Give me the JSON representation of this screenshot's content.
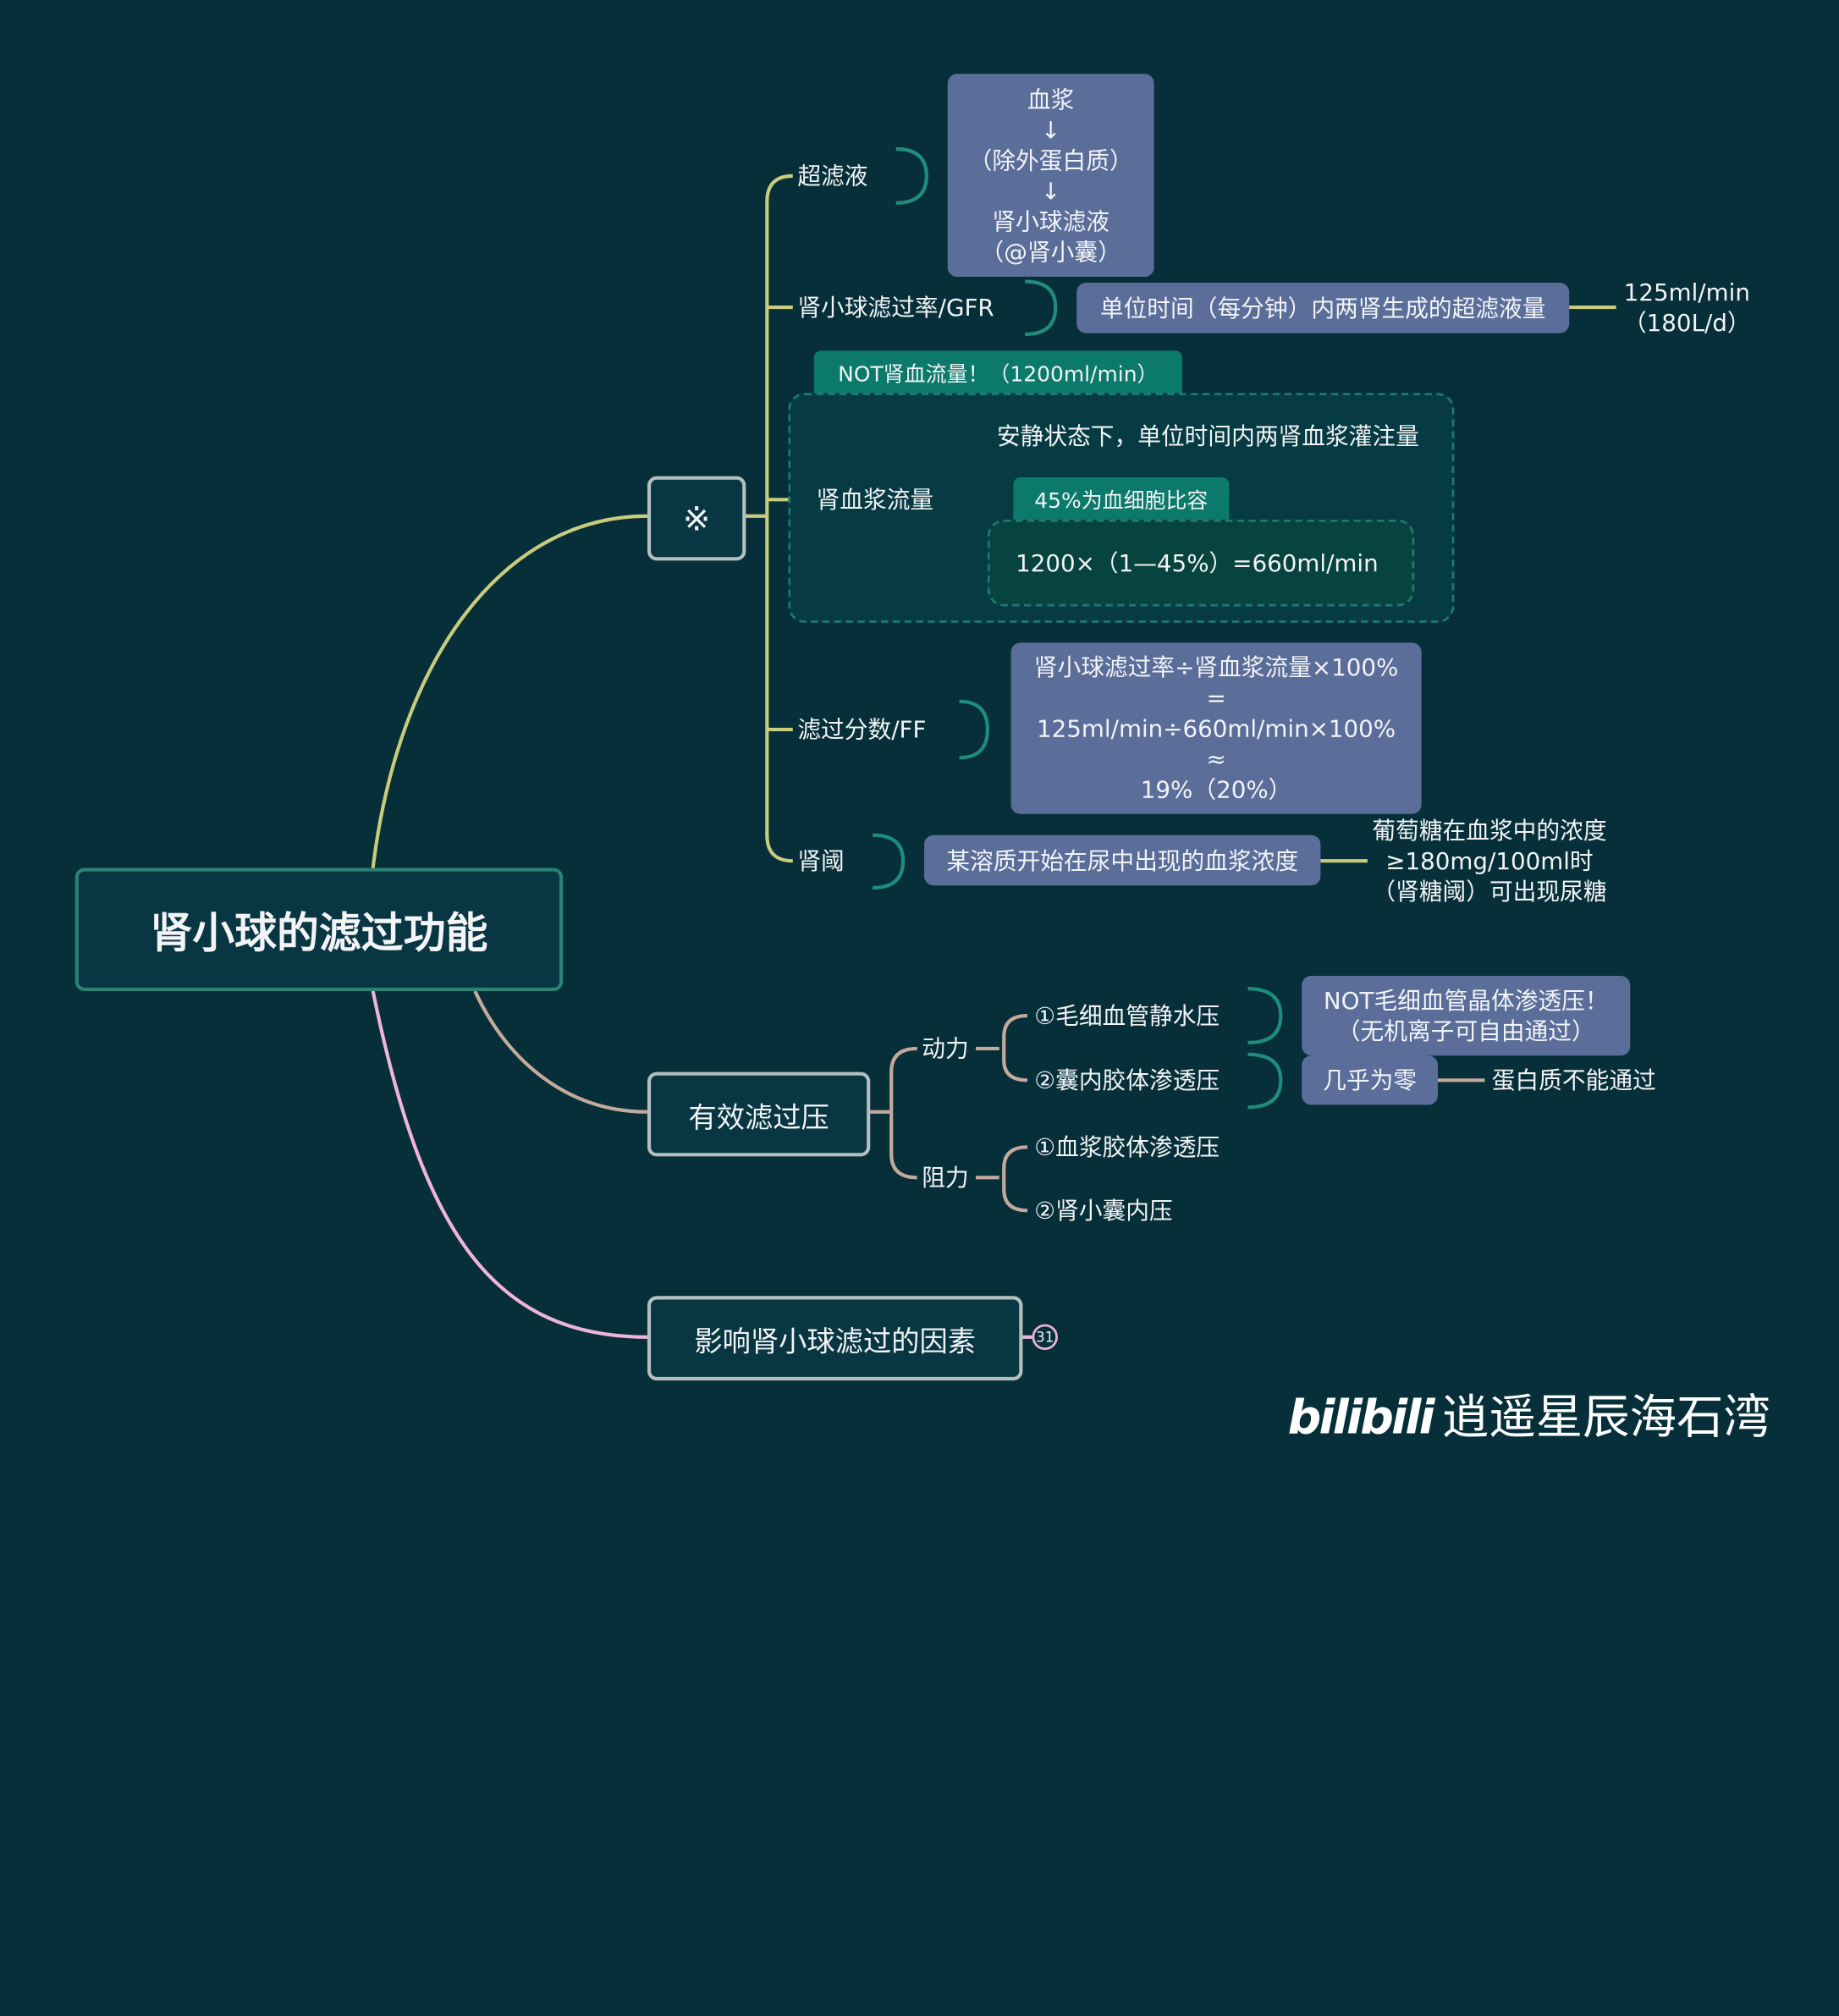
{
  "root": {
    "title": "肾小球的滤过功能"
  },
  "branch1": {
    "label": "※",
    "ultrafiltrate": {
      "label": "超滤液",
      "box_lines": [
        "血浆",
        "↓",
        "（除外蛋白质）",
        "↓",
        "肾小球滤液",
        "（@肾小囊）"
      ]
    },
    "gfr": {
      "label": "肾小球滤过率/GFR",
      "definition": "单位时间（每分钟）内两肾生成的超滤液量",
      "value_lines": [
        "125ml/min",
        "（180L/d）"
      ]
    },
    "rpf": {
      "tag": "NOT肾血流量！（1200ml/min）",
      "label": "肾血浆流量",
      "definition": "安静状态下，单位时间内两肾血浆灌注量",
      "calc_tag": "45%为血细胞比容",
      "calc": "1200×（1—45%）=660ml/min"
    },
    "ff": {
      "label": "滤过分数/FF",
      "box_lines": [
        "肾小球滤过率÷肾血浆流量×100%",
        "=",
        "125ml/min÷660ml/min×100%",
        "≈",
        "19%（20%）"
      ]
    },
    "threshold": {
      "label": "肾阈",
      "definition": "某溶质开始在尿中出现的血浆浓度",
      "note_lines": [
        "葡萄糖在血浆中的浓度",
        "≥180mg/100ml时",
        "（肾糖阈）可出现尿糖"
      ]
    }
  },
  "branch2": {
    "label": "有效滤过压",
    "power": {
      "label": "动力",
      "items": [
        "①毛细血管静水压",
        "②囊内胶体渗透压"
      ],
      "note1_lines": [
        "NOT毛细血管晶体渗透压！",
        "（无机离子可自由通过）"
      ],
      "note2": "几乎为零",
      "note2_extra": "蛋白质不能通过"
    },
    "resistance": {
      "label": "阻力",
      "items": [
        "①血浆胶体渗透压",
        "②肾小囊内压"
      ]
    }
  },
  "branch3": {
    "label": "影响肾小球滤过的因素",
    "badge": "31"
  },
  "watermark": {
    "logo": "bilibili",
    "text": "逍遥星辰海石湾"
  },
  "colors": {
    "background": "#072f3a",
    "root_border": "#2a8276",
    "branch1_line": "#c8cc7c",
    "branch2_line": "#c4aa9c",
    "branch3_line": "#f0b4dc",
    "box_fill": "#5b6e9a",
    "tag_fill": "#0b7a6b"
  }
}
